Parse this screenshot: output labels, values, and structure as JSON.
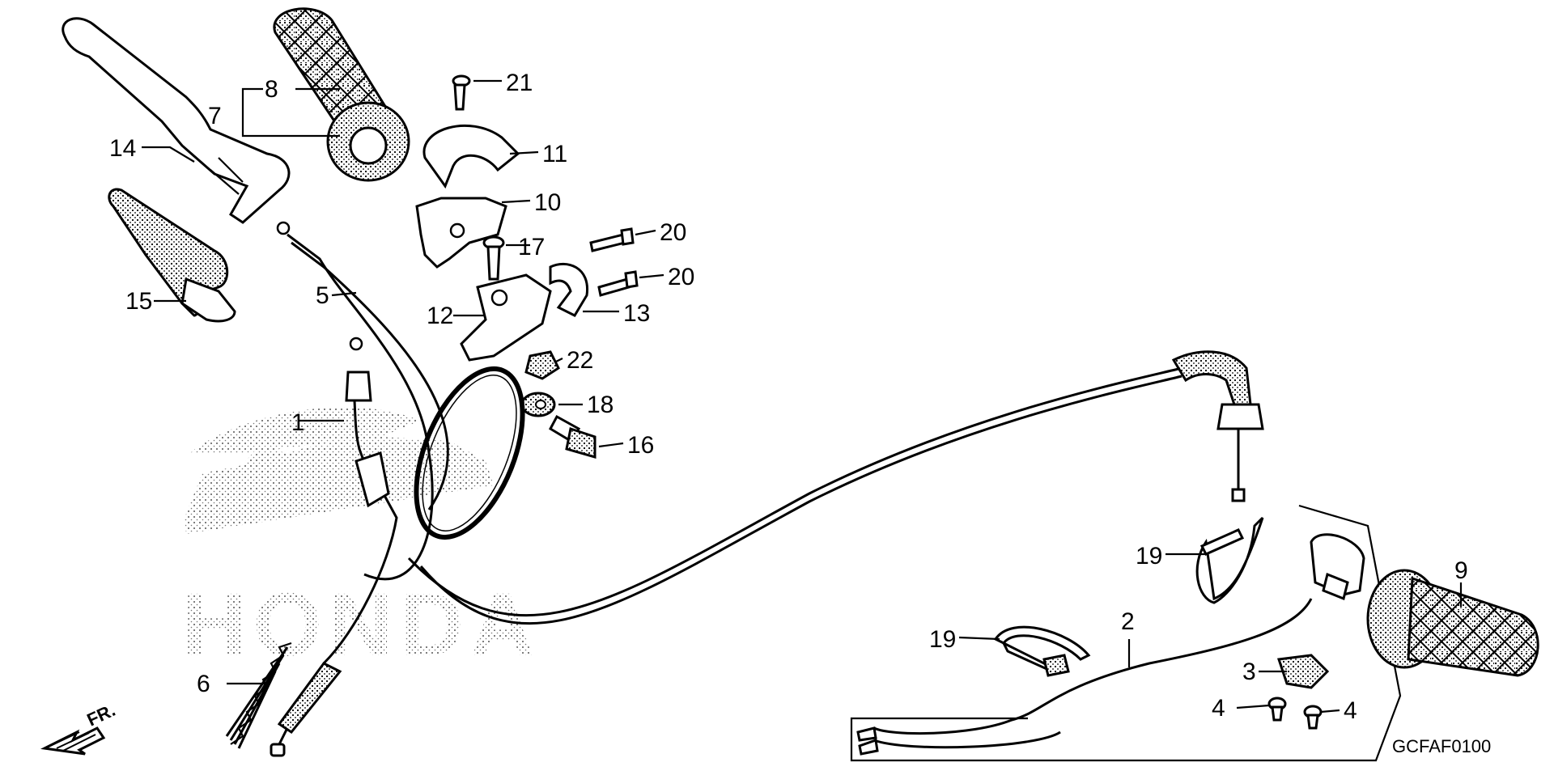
{
  "diagram": {
    "code": "GCFAF0100",
    "direction_label": "FR.",
    "watermark_text": "HONDA",
    "callouts": [
      "1",
      "2",
      "3",
      "4",
      "4",
      "5",
      "6",
      "7",
      "8",
      "9",
      "10",
      "11",
      "12",
      "13",
      "14",
      "15",
      "16",
      "17",
      "18",
      "19",
      "19",
      "20",
      "20",
      "21",
      "22"
    ]
  }
}
